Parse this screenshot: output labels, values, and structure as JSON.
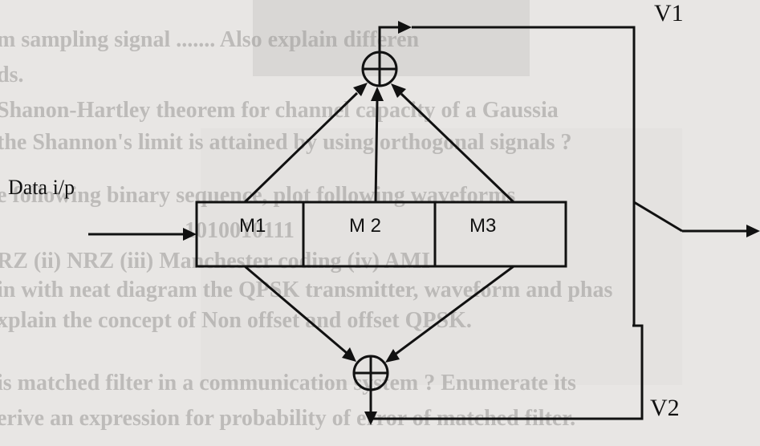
{
  "background_text": {
    "lines": [
      "m sampling signal ....... Also explain differen",
      "ds.",
      "Shanon-Hartley theorem for channel capacity of a Gaussia",
      "the Shannon's limit is attained by using orthogonal signals ?",
      "e following binary sequence, plot following waveforms",
      "1010010111",
      "RZ   (ii) NRZ   (iii) Manchester coding   (iv) AMI",
      "in with neat diagram the QPSK transmitter, waveform and phas",
      "xplain the concept of Non offset and offset QPSK.",
      "is matched filter in a communication system ? Enumerate its",
      "erive an expression for probability of error of matched filter."
    ]
  },
  "diagram": {
    "input_label": "Data  i/p",
    "registers": [
      "M1",
      "M 2",
      "M3"
    ],
    "adder_symbol": "⊕",
    "outputs": [
      "V1",
      "V2"
    ]
  },
  "colors": {
    "ink": "#111111",
    "paper": "#e8e6e4",
    "bleed": "#9a9896"
  }
}
